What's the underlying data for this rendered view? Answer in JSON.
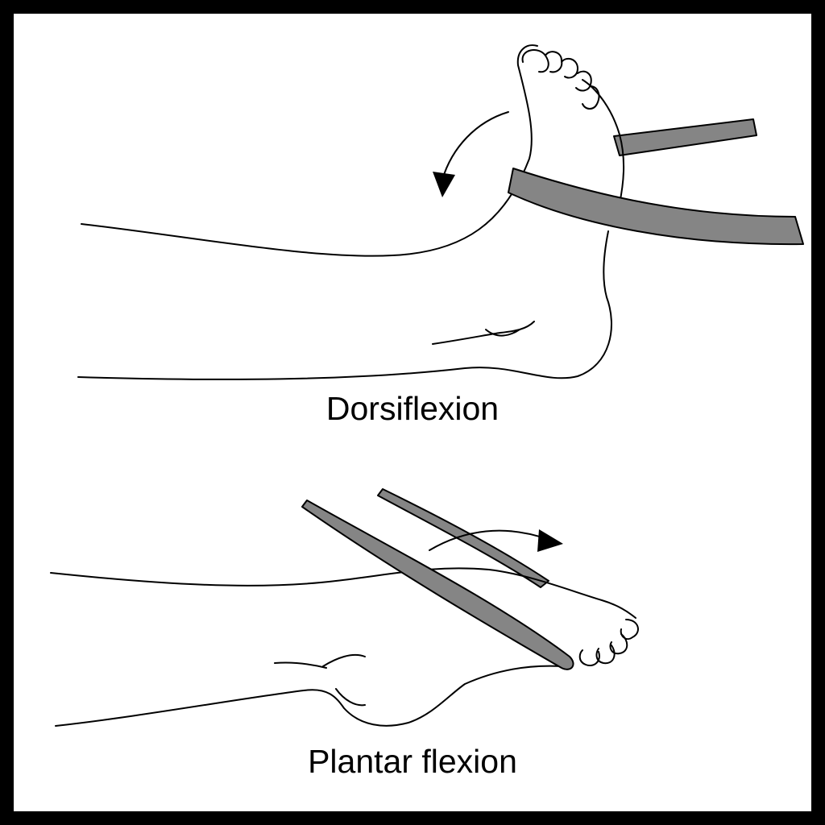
{
  "figures": [
    {
      "id": "dorsiflexion",
      "label": "Dorsiflexion",
      "arrow_direction": "counterclockwise"
    },
    {
      "id": "plantar-flexion",
      "label": "Plantar flexion",
      "arrow_direction": "clockwise"
    }
  ],
  "colors": {
    "frame": "#000000",
    "background": "#ffffff",
    "band": "#858585",
    "outline": "#000000"
  }
}
